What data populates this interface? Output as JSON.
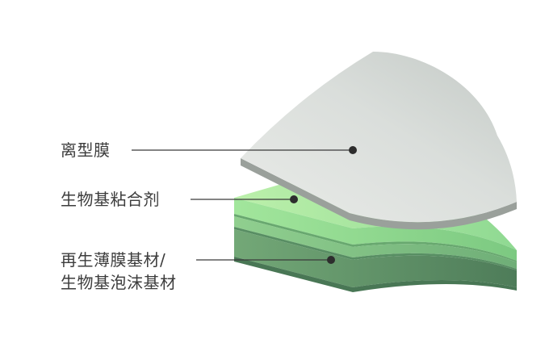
{
  "diagram": {
    "background_color": "#ffffff",
    "marker_color": "#2d2d2d",
    "leader_line_color": "#3a3a3a",
    "layers": [
      {
        "id": "release-film",
        "label": "离型膜",
        "color": "#d5d8d4"
      },
      {
        "id": "bio-based-adhesive",
        "label": "生物基粘合剂",
        "color": "#a9e79c"
      },
      {
        "id": "substrate",
        "label_line1": "再生薄膜基材/",
        "label_line2": "生物基泡沫基材",
        "color": "#6da572"
      }
    ]
  }
}
